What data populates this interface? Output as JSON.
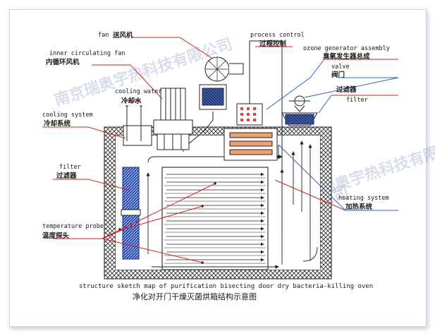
{
  "labels": {
    "fan_en": "fan",
    "fan_zh": "送风机",
    "process_control_en": "process control",
    "process_control_zh": "过程控制",
    "inner_fan_en": "inner circulating fan",
    "inner_fan_zh": "内循环风机",
    "ozone_en": "ozone generator assembly",
    "ozone_zh": "臭氧发生器总成",
    "valve_en": "valve",
    "valve_zh": "阀门",
    "cooling_water_en": "cooling water",
    "cooling_water_zh": "冷却水",
    "filter_top_zh": "过滤器",
    "filter_top_en": "filter",
    "cooling_system_en": "cooling system",
    "cooling_system_zh": "冷却系统",
    "filter_left_en": "filter",
    "filter_left_zh": "过滤器",
    "heating_en": "heating system",
    "heating_zh": "加热系统",
    "temp_probe_en": "temperature probe",
    "temp_probe_zh": "温度探头"
  },
  "caption": {
    "en": "structure sketch map of purification bisecting door dry bacteria-killing oven",
    "zh": "净化对开门干燥灭菌烘箱结构示意图"
  },
  "watermark": {
    "text": "南京瑞奥宇热科技有限公司"
  },
  "colors": {
    "leader_red": "#d42020",
    "leader_blue": "#3060c0",
    "hatch": "#303030",
    "filter_blue": "#2a4aa8"
  }
}
